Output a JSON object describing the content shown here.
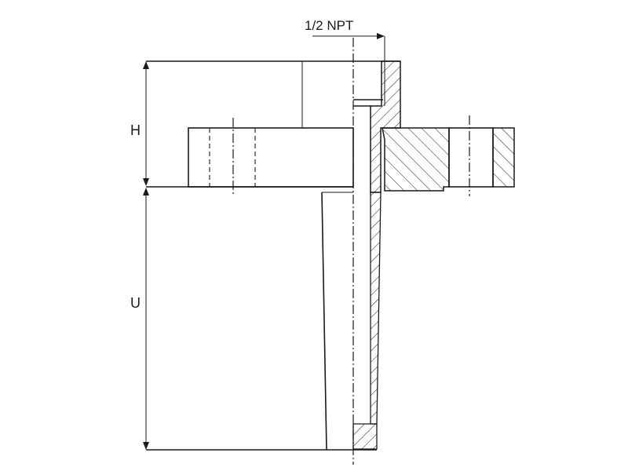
{
  "drawing": {
    "thread_label": "1/2 NPT",
    "dimension_h_label": "H",
    "dimension_u_label": "U"
  },
  "colors": {
    "ink": "#1a1a1a",
    "paper": "#ffffff"
  }
}
